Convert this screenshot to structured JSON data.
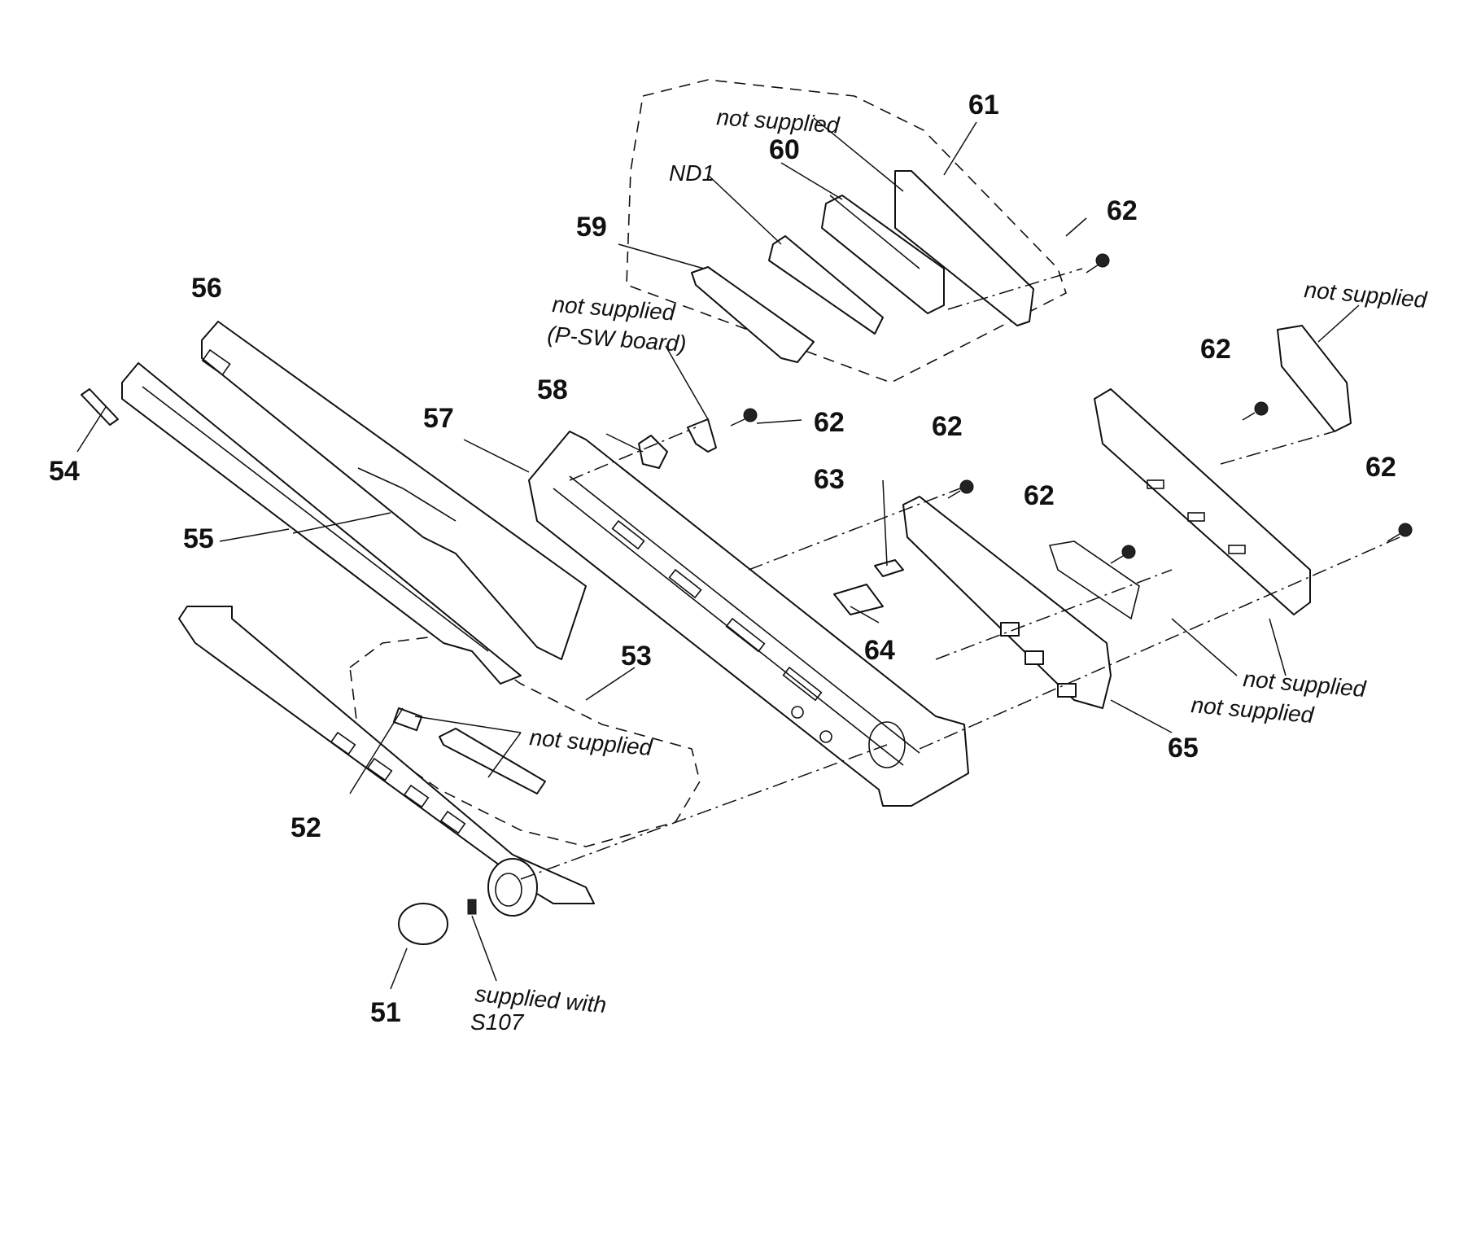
{
  "part_numbers": {
    "p51": "51",
    "p52": "52",
    "p53": "53",
    "p54": "54",
    "p55": "55",
    "p56": "56",
    "p57": "57",
    "p58": "58",
    "p59": "59",
    "p60": "60",
    "p61": "61",
    "p62_a": "62",
    "p62_b": "62",
    "p62_c": "62",
    "p62_d": "62",
    "p62_e": "62",
    "p62_f": "62",
    "p63": "63",
    "p64": "64",
    "p65": "65"
  },
  "notes": {
    "not_supplied_top": "not supplied",
    "nd1": "ND1",
    "not_supplied_psw_line1": "not supplied",
    "not_supplied_psw_line2": "(P-SW board)",
    "not_supplied_right_top": "not supplied",
    "not_supplied_buttons": "not supplied",
    "not_supplied_right_bottom": "not supplied",
    "not_supplied_bottom": "not supplied",
    "supplied_with_line1": "supplied with",
    "supplied_with_line2": "S107"
  }
}
